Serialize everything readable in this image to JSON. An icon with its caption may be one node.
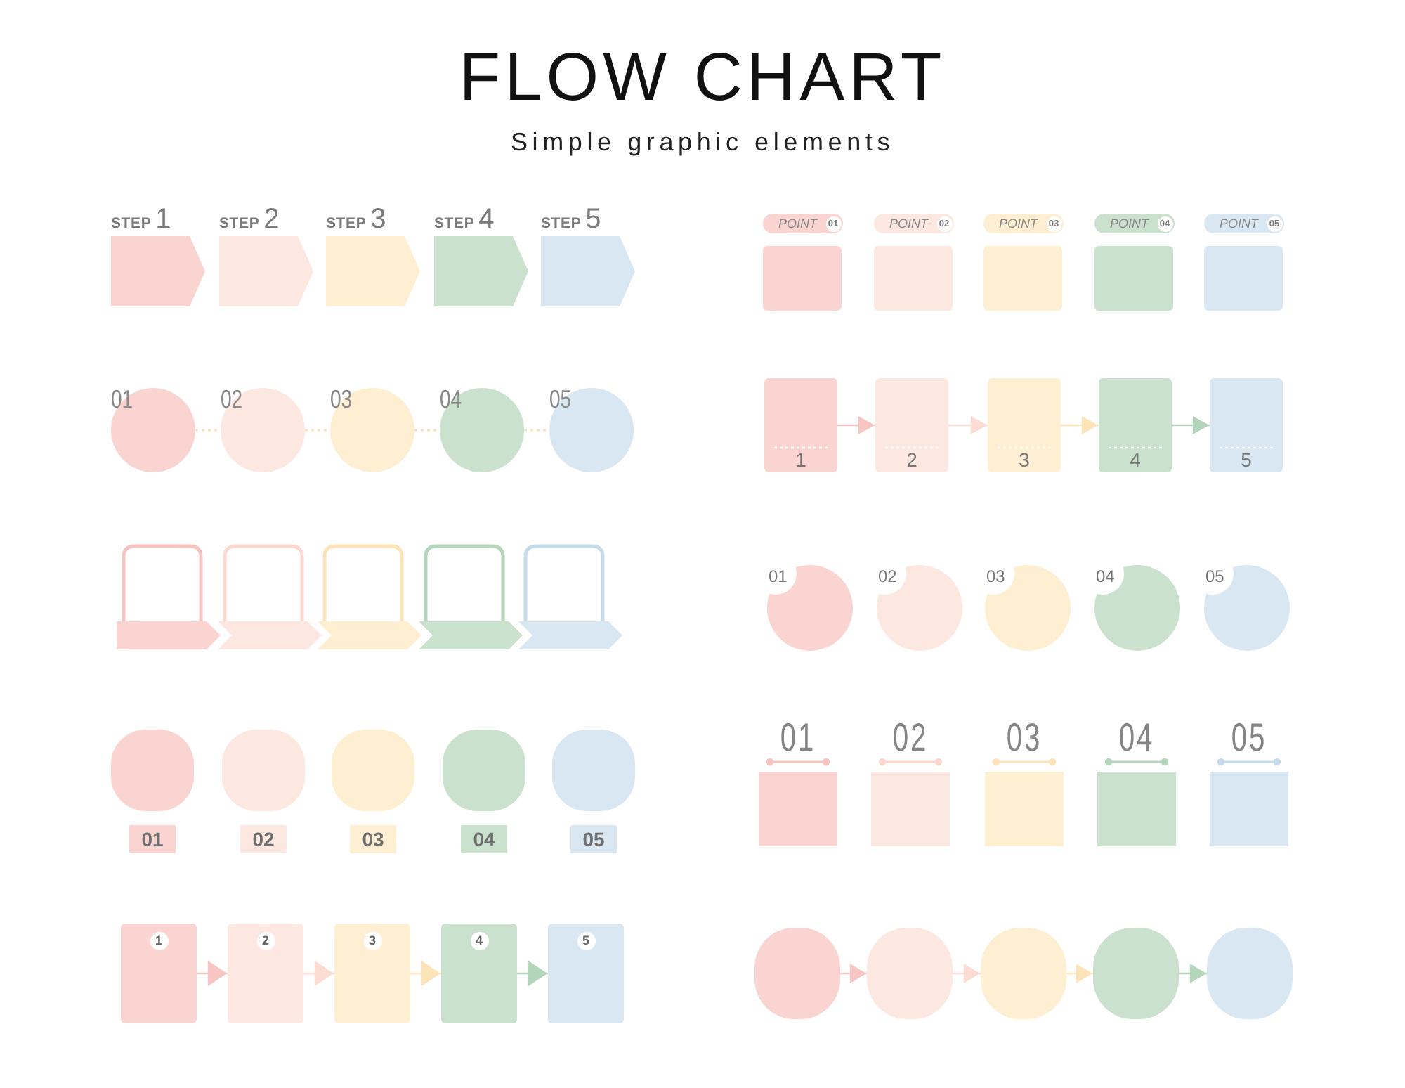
{
  "diagram": {
    "title": "FLOW CHART",
    "nodes": [
      {
        "text": [
          "STEP 1"
        ]
      },
      {
        "text": [
          "STEP 2"
        ]
      },
      {
        "text": [
          "STEP 3"
        ]
      },
      {
        "text": [
          "STEP 4"
        ]
      },
      {
        "text": [
          "STEP 5"
        ]
      },
      {
        "text": [
          "01"
        ]
      },
      {
        "text": [
          "02"
        ]
      },
      {
        "text": [
          "03"
        ]
      },
      {
        "text": [
          "04"
        ]
      },
      {
        "text": [
          "05"
        ]
      },
      {
        "text": [],
        "shape": "box"
      },
      {
        "text": [],
        "shape": "box"
      },
      {
        "text": [],
        "shape": "box"
      },
      {
        "text": [],
        "shape": "box"
      },
      {
        "text": [],
        "shape": "box"
      },
      {
        "text": [],
        "shape": "box"
      },
      {
        "text": [],
        "shape": "box"
      },
      {
        "text": [],
        "shape": "box"
      },
      {
        "text": [],
        "shape": "box"
      },
      {
        "text": [],
        "shape": "box"
      },
      {
        "text": [
          "01"
        ]
      },
      {
        "text": [
          "02"
        ]
      },
      {
        "text": [
          "03"
        ]
      },
      {
        "text": [
          "04"
        ]
      },
      {
        "text": [
          "05"
        ]
      },
      {
        "text": [],
        "shape": "box"
      },
      {
        "text": [],
        "shape": "box"
      },
      {
        "text": [],
        "shape": "box"
      },
      {
        "text": [],
        "shape": "box"
      },
      {
        "text": [],
        "shape": "box"
      },
      {
        "text": [
          "1"
        ],
        "in": 25
      },
      {
        "text": [
          "2"
        ],
        "in": 26
      },
      {
        "text": [
          "3"
        ],
        "in": 27
      },
      {
        "text": [
          "4"
        ],
        "in": 28
      },
      {
        "text": [
          "5"
        ],
        "in": 29
      },
      {
        "text": [
          "POINT"
        ]
      },
      {
        "text": [
          "POINT"
        ]
      },
      {
        "text": [
          "POINT"
        ]
      },
      {
        "text": [
          "POINT"
        ]
      },
      {
        "text": [
          "POINT"
        ]
      },
      {
        "text": [
          "01"
        ],
        "in": 35
      },
      {
        "text": [
          "02"
        ],
        "in": 36
      },
      {
        "text": [
          "03"
        ],
        "in": 37
      },
      {
        "text": [
          "04"
        ],
        "in": 38
      },
      {
        "text": [
          "05"
        ],
        "in": 39
      },
      {
        "text": [],
        "shape": "box"
      },
      {
        "text": [],
        "shape": "box"
      },
      {
        "text": [],
        "shape": "box"
      },
      {
        "text": [],
        "shape": "box"
      },
      {
        "text": [],
        "shape": "box"
      },
      {
        "text": [
          "1"
        ]
      },
      {
        "text": [
          "2"
        ]
      },
      {
        "text": [
          "3"
        ]
      },
      {
        "text": [
          "4"
        ]
      },
      {
        "text": [
          "5"
        ]
      },
      {
        "text": [
          "01"
        ]
      },
      {
        "text": [
          "02"
        ]
      },
      {
        "text": [
          "03"
        ]
      },
      {
        "text": [
          "04"
        ]
      },
      {
        "text": [
          "05"
        ]
      },
      {
        "text": [
          "01"
        ]
      },
      {
        "text": [
          "02"
        ]
      },
      {
        "text": [
          "03"
        ]
      },
      {
        "text": [
          "04"
        ]
      },
      {
        "text": [
          "05"
        ]
      },
      {
        "text": [],
        "shape": "box"
      },
      {
        "text": [],
        "shape": "box"
      },
      {
        "text": [],
        "shape": "box"
      },
      {
        "text": [],
        "shape": "box"
      },
      {
        "text": [],
        "shape": "box"
      }
    ],
    "edges": [
      {
        "from": 5,
        "to": 6,
        "arrow": "none",
        "style": "dashed",
        "color": "#fbe0bd"
      },
      {
        "from": 6,
        "to": 7,
        "arrow": "none",
        "style": "dashed",
        "color": "#fbe0bd"
      },
      {
        "from": 7,
        "to": 8,
        "arrow": "none",
        "style": "dashed",
        "color": "#fbe0bd"
      },
      {
        "from": 8,
        "to": 9,
        "arrow": "none",
        "style": "dashed",
        "color": "#fbe0bd"
      },
      {
        "from": 25,
        "to": 26,
        "arrow": "to",
        "color": "#f7c6c2"
      },
      {
        "from": 26,
        "to": 27,
        "arrow": "to",
        "color": "#fcdcd2"
      },
      {
        "from": 27,
        "to": 28,
        "arrow": "to",
        "color": "#fde3b8"
      },
      {
        "from": 28,
        "to": 29,
        "arrow": "to",
        "color": "#b3d5b9"
      },
      {
        "from": 50,
        "to": 51,
        "arrow": "to",
        "color": "#f7c6c2"
      },
      {
        "from": 51,
        "to": 52,
        "arrow": "to",
        "color": "#fcdcd2"
      },
      {
        "from": 52,
        "to": 53,
        "arrow": "to",
        "color": "#fde3b8"
      },
      {
        "from": 53,
        "to": 54,
        "arrow": "to",
        "color": "#b3d5b9"
      },
      {
        "from": 65,
        "to": 66,
        "arrow": "to",
        "color": "#f7c6c2"
      },
      {
        "from": 66,
        "to": 67,
        "arrow": "to",
        "color": "#fcdcd2"
      },
      {
        "from": 67,
        "to": 68,
        "arrow": "to",
        "color": "#fde3b8"
      },
      {
        "from": 68,
        "to": 69,
        "arrow": "to",
        "color": "#b3d5b9"
      }
    ],
    "labels": [
      "Simple graphic elements"
    ]
  }
}
